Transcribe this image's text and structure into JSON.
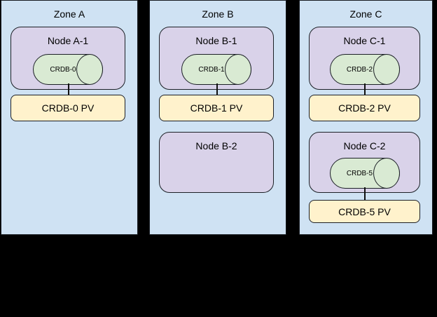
{
  "diagram": {
    "description": "Kubernetes zone / node / CockroachDB pod / persistent volume diagram",
    "colors": {
      "background": "#000000",
      "zone_fill": "#cfe2f3",
      "node_fill": "#d9d2e9",
      "cylinder_fill": "#d9ead3",
      "pv_fill": "#fff2cc",
      "border": "#1c2026",
      "text": "#000000"
    }
  },
  "zones": [
    {
      "title": "Zone A",
      "nodes": [
        {
          "title": "Node A-1",
          "cylinder": "CRDB-0",
          "pv": "CRDB-0 PV"
        }
      ]
    },
    {
      "title": "Zone B",
      "nodes": [
        {
          "title": "Node B-1",
          "cylinder": "CRDB-1",
          "pv": "CRDB-1 PV"
        },
        {
          "title": "Node B-2"
        }
      ]
    },
    {
      "title": "Zone C",
      "nodes": [
        {
          "title": "Node C-1",
          "cylinder": "CRDB-2",
          "pv": "CRDB-2 PV"
        },
        {
          "title": "Node C-2",
          "cylinder": "CRDB-5",
          "pv": "CRDB-5 PV"
        }
      ]
    }
  ]
}
